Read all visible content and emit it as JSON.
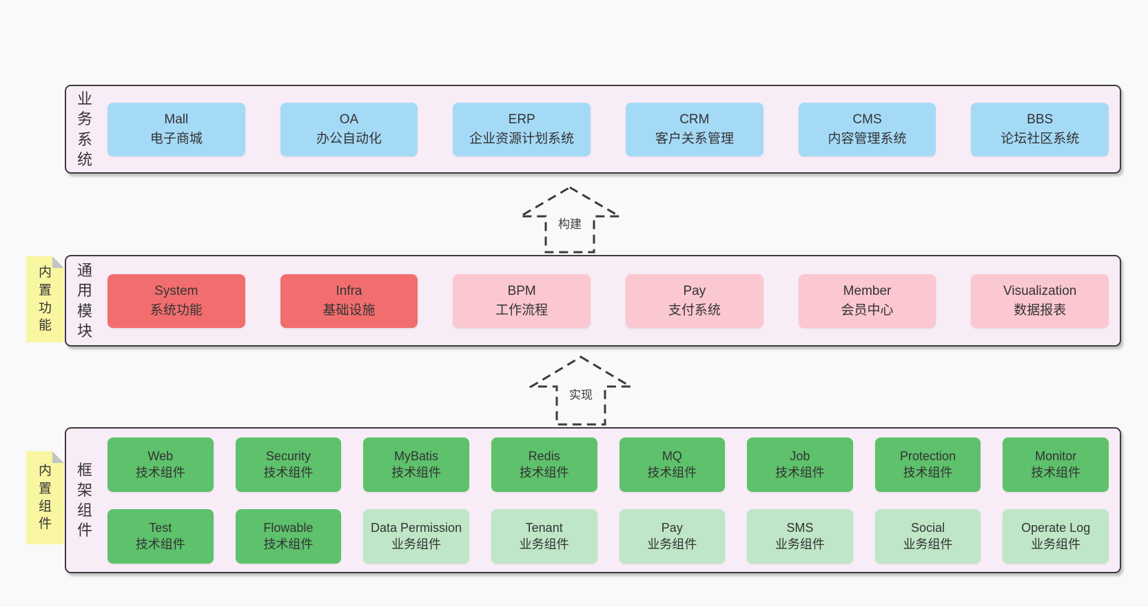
{
  "colors": {
    "page_bg": "#f9f9f9",
    "panel_bg": "#f8edf6",
    "panel_border": "#3b3b3b",
    "blue": "#a5daf7",
    "red": "#f26e6e",
    "pink": "#fbc7d0",
    "green": "#5ec16c",
    "light_green": "#bfe6c6",
    "sticky_yellow": "#f9f6a1",
    "text": "#333333"
  },
  "business": {
    "label": "业务系统",
    "items": [
      {
        "name": "Mall",
        "desc": "电子商城"
      },
      {
        "name": "OA",
        "desc": "办公自动化"
      },
      {
        "name": "ERP",
        "desc": "企业资源计划系统"
      },
      {
        "name": "CRM",
        "desc": "客户关系管理"
      },
      {
        "name": "CMS",
        "desc": "内容管理系统"
      },
      {
        "name": "BBS",
        "desc": "论坛社区系统"
      }
    ]
  },
  "arrows": {
    "build": "构建",
    "implement": "实现"
  },
  "modules": {
    "sticky": "内置功能",
    "label": "通用模块",
    "items": [
      {
        "name": "System",
        "desc": "系统功能",
        "variant": "red"
      },
      {
        "name": "Infra",
        "desc": "基础设施",
        "variant": "red"
      },
      {
        "name": "BPM",
        "desc": "工作流程",
        "variant": "pink"
      },
      {
        "name": "Pay",
        "desc": "支付系统",
        "variant": "pink"
      },
      {
        "name": "Member",
        "desc": "会员中心",
        "variant": "pink"
      },
      {
        "name": "Visualization",
        "desc": "数据报表",
        "variant": "pink"
      }
    ]
  },
  "components": {
    "sticky": "内置组件",
    "label": "框架组件",
    "row1": [
      {
        "name": "Web",
        "desc": "技术组件",
        "variant": "green"
      },
      {
        "name": "Security",
        "desc": "技术组件",
        "variant": "green"
      },
      {
        "name": "MyBatis",
        "desc": "技术组件",
        "variant": "green"
      },
      {
        "name": "Redis",
        "desc": "技术组件",
        "variant": "green"
      },
      {
        "name": "MQ",
        "desc": "技术组件",
        "variant": "green"
      },
      {
        "name": "Job",
        "desc": "技术组件",
        "variant": "green"
      },
      {
        "name": "Protection",
        "desc": "技术组件",
        "variant": "green"
      },
      {
        "name": "Monitor",
        "desc": "技术组件",
        "variant": "green"
      }
    ],
    "row2": [
      {
        "name": "Test",
        "desc": "技术组件",
        "variant": "green"
      },
      {
        "name": "Flowable",
        "desc": "技术组件",
        "variant": "green"
      },
      {
        "name": "Data Permission",
        "desc": "业务组件",
        "variant": "light-green"
      },
      {
        "name": "Tenant",
        "desc": "业务组件",
        "variant": "light-green"
      },
      {
        "name": "Pay",
        "desc": "业务组件",
        "variant": "light-green"
      },
      {
        "name": "SMS",
        "desc": "业务组件",
        "variant": "light-green"
      },
      {
        "name": "Social",
        "desc": "业务组件",
        "variant": "light-green"
      },
      {
        "name": "Operate Log",
        "desc": "业务组件",
        "variant": "light-green"
      }
    ]
  }
}
